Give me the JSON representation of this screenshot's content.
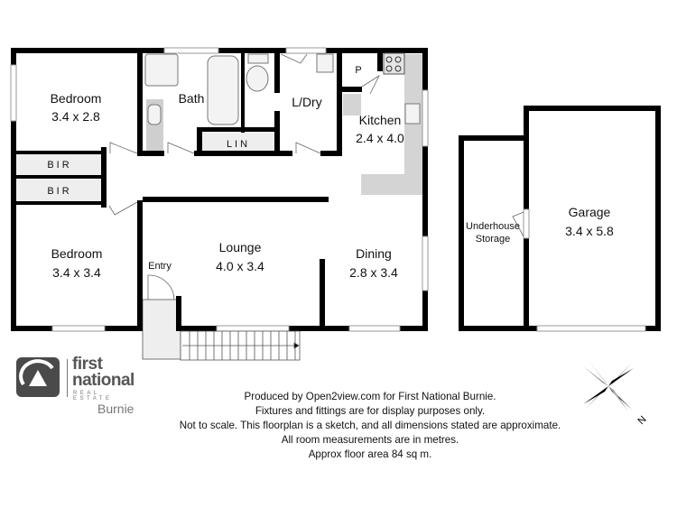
{
  "floorplan": {
    "rooms": [
      {
        "id": "bedroom-1",
        "name": "Bedroom",
        "dims": "3.4 x 2.8"
      },
      {
        "id": "bath",
        "name": "Bath",
        "dims": ""
      },
      {
        "id": "linen",
        "name": "LIN",
        "dims": ""
      },
      {
        "id": "laundry",
        "name": "L/Dry",
        "dims": ""
      },
      {
        "id": "pantry",
        "name": "P",
        "dims": ""
      },
      {
        "id": "kitchen",
        "name": "Kitchen",
        "dims": "2.4 x 4.0"
      },
      {
        "id": "bir-1",
        "name": "BIR",
        "dims": ""
      },
      {
        "id": "bir-2",
        "name": "BIR",
        "dims": ""
      },
      {
        "id": "bedroom-2",
        "name": "Bedroom",
        "dims": "3.4 x 3.4"
      },
      {
        "id": "entry",
        "name": "Entry",
        "dims": ""
      },
      {
        "id": "lounge",
        "name": "Lounge",
        "dims": "4.0 x 3.4"
      },
      {
        "id": "dining",
        "name": "Dining",
        "dims": "2.8 x 3.4"
      },
      {
        "id": "underhouse-storage",
        "name": "Underhouse",
        "name2": "Storage",
        "dims": ""
      },
      {
        "id": "garage",
        "name": "Garage",
        "dims": "3.4 x 5.8"
      }
    ],
    "compass": {
      "north_label": "N"
    }
  },
  "branding": {
    "brand_line1": "first",
    "brand_line2": "national",
    "brand_tagline": "REAL ESTATE",
    "branch": "Burnie"
  },
  "disclaimer": {
    "lines": [
      "Produced by Open2view.com for First National Burnie.",
      "Fixtures and fittings are for display purposes only.",
      "Not to scale. This floorplan is a sketch, and all dimensions stated are approximate.",
      "All room measurements are in metres.",
      "Approx floor area 84 sq m."
    ]
  },
  "colors": {
    "wall": "#000000",
    "fixture_fill": "#d9d9d9",
    "closet_fill": "#eeeeee",
    "window": "#bdbdbd"
  }
}
